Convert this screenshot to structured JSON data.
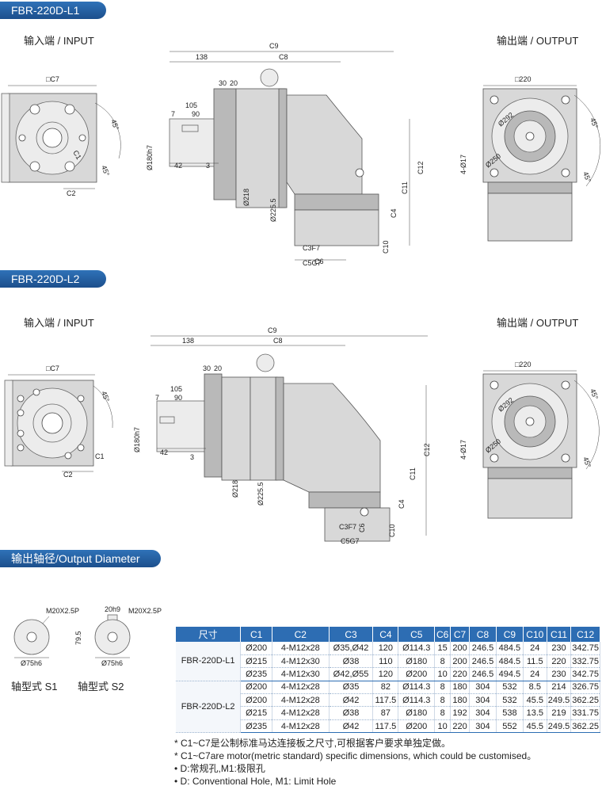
{
  "sections": {
    "l1_title": "FBR-220D-L1",
    "l2_title": "FBR-220D-L2",
    "output_title": "输出轴径/Output Diameter"
  },
  "captions": {
    "input": "输入端 / INPUT",
    "output": "输出端 / OUTPUT"
  },
  "dims": {
    "c7": "□C7",
    "c9": "C9",
    "c8": "C8",
    "c1": "C1",
    "c2": "C2",
    "d138": "138",
    "d105": "105",
    "d90": "90",
    "d7": "7",
    "d42": "42",
    "d3": "3",
    "d30": "30",
    "d20": "20",
    "d180h7": "Ø180h7",
    "d218": "Ø218",
    "d2255": "Ø225.5",
    "c3f7": "C3F7",
    "c5g7": "C5G7",
    "c6": "C6",
    "c10": "C10",
    "c4": "C4",
    "c11": "C11",
    "c12": "C12",
    "deg45": "45°",
    "sq220": "□220",
    "d292": "Ø292",
    "d250": "Ø250",
    "h4_17": "4-Ø17"
  },
  "shaft": {
    "m20": "M20X2.5P",
    "d75h6": "Ø75h6",
    "d20h9": "20h9",
    "d795": "79.5",
    "s1": "轴型式 S1",
    "s2": "轴型式 S2"
  },
  "table": {
    "headers": [
      "尺寸",
      "C1",
      "C2",
      "C3",
      "C4",
      "C5",
      "C6",
      "C7",
      "C8",
      "C9",
      "C10",
      "C11",
      "C12"
    ],
    "groups": [
      {
        "model": "FBR-220D-L1",
        "rows": [
          [
            "Ø200",
            "4-M12x28",
            "Ø35,Ø42",
            "120",
            "Ø114.3",
            "15",
            "200",
            "246.5",
            "484.5",
            "24",
            "230",
            "342.75"
          ],
          [
            "Ø215",
            "4-M12x30",
            "Ø38",
            "110",
            "Ø180",
            "8",
            "200",
            "246.5",
            "484.5",
            "11.5",
            "220",
            "332.75"
          ],
          [
            "Ø235",
            "4-M12x30",
            "Ø42,Ø55",
            "120",
            "Ø200",
            "10",
            "220",
            "246.5",
            "494.5",
            "24",
            "230",
            "342.75"
          ]
        ]
      },
      {
        "model": "FBR-220D-L2",
        "rows": [
          [
            "Ø200",
            "4-M12x28",
            "Ø35",
            "82",
            "Ø114.3",
            "8",
            "180",
            "304",
            "532",
            "8.5",
            "214",
            "326.75"
          ],
          [
            "Ø200",
            "4-M12x28",
            "Ø42",
            "117.5",
            "Ø114.3",
            "8",
            "180",
            "304",
            "532",
            "45.5",
            "249.5",
            "362.25"
          ],
          [
            "Ø215",
            "4-M12x28",
            "Ø38",
            "87",
            "Ø180",
            "8",
            "192",
            "304",
            "538",
            "13.5",
            "219",
            "331.75"
          ],
          [
            "Ø235",
            "4-M12x28",
            "Ø42",
            "117.5",
            "Ø200",
            "10",
            "220",
            "304",
            "552",
            "45.5",
            "249.5",
            "362.25"
          ]
        ]
      }
    ]
  },
  "notes": [
    "* C1~C7是公制标准马达连接板之尺寸,可根据客户要求单独定做。",
    "* C1~C7are motor(metric standard)  specific dimensions, which could be customised。",
    "• D:常规孔,M1:极限孔",
    "• D: Conventional Hole, M1: Limit Hole"
  ]
}
